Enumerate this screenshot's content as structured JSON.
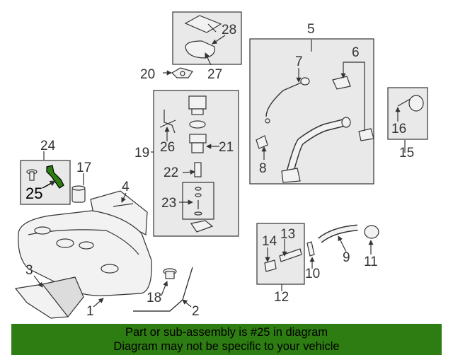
{
  "banner": {
    "line1": "Part or sub-assembly is #25 in diagram",
    "line2": "Diagram may not be specific to your vehicle",
    "background": "#2e7d12"
  },
  "highlight": {
    "part_number": "25",
    "color": "#2e7d12"
  },
  "callouts": {
    "c1": "1",
    "c2": "2",
    "c3": "3",
    "c4": "4",
    "c5": "5",
    "c6": "6",
    "c7": "7",
    "c8": "8",
    "c9": "9",
    "c10": "10",
    "c11": "11",
    "c12": "12",
    "c13": "13",
    "c14": "14",
    "c15": "15",
    "c16": "16",
    "c17": "17",
    "c18": "18",
    "c19": "19",
    "c20": "20",
    "c21": "21",
    "c22": "22",
    "c23": "23",
    "c24": "24",
    "c25": "25",
    "c26": "26",
    "c27": "27",
    "c28": "28"
  }
}
